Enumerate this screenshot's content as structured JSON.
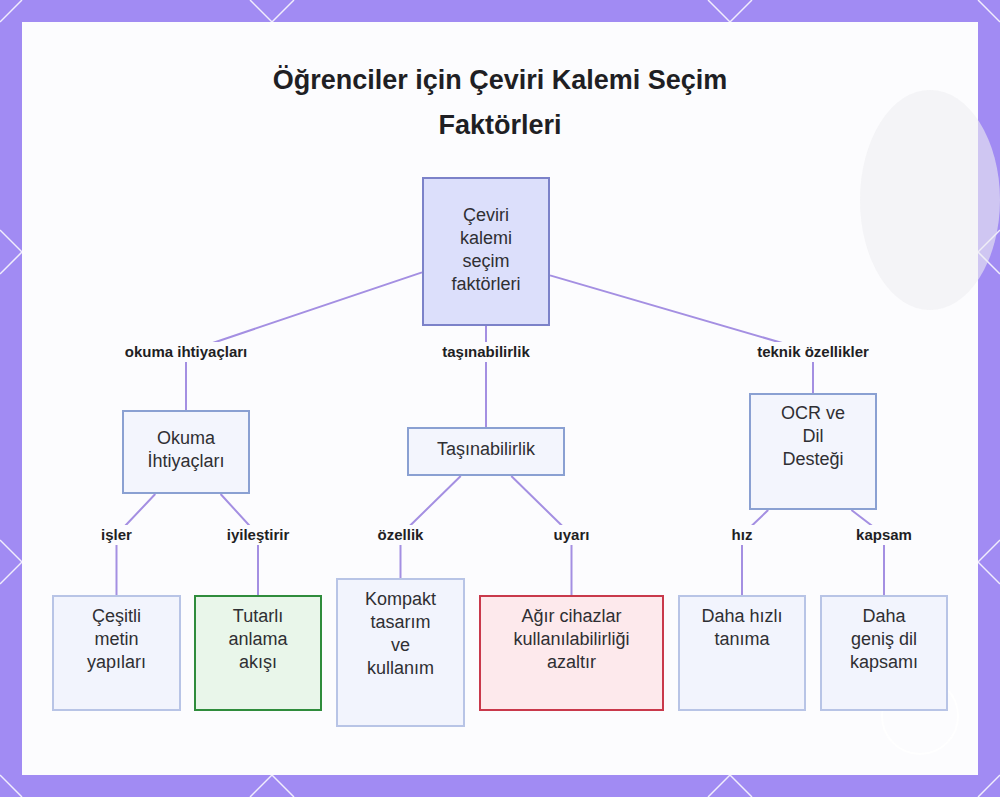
{
  "diagram": {
    "title": "Öğrenciler için Çeviri Kalemi Seçim Faktörleri",
    "nodes": [
      {
        "text": [
          "Çeviri kalemi seçim faktörleri"
        ]
      },
      {
        "text": [
          "Okuma İhtiyaçları"
        ]
      },
      {
        "text": [
          "Taşınabilirlik"
        ]
      },
      {
        "text": [
          "OCR ve Dil Desteği"
        ]
      },
      {
        "text": [
          "Çeşitli metin yapıları"
        ]
      },
      {
        "text": [
          "Tutarlı anlama akışı"
        ]
      },
      {
        "text": [
          "Kompakt tasarım ve kullanım"
        ]
      },
      {
        "text": [
          "Ağır cihazlar kullanılabilirliği azaltır"
        ]
      },
      {
        "text": [
          "Daha hızlı tanıma"
        ]
      },
      {
        "text": [
          "Daha geniş dil kapsamı"
        ]
      }
    ],
    "edges": [
      {
        "from": 0,
        "to": 1,
        "label": "okuma ihtiyaçları",
        "arrow": "none"
      },
      {
        "from": 0,
        "to": 2,
        "label": "taşınabilirlik",
        "arrow": "none"
      },
      {
        "from": 0,
        "to": 3,
        "label": "teknik özellikler",
        "arrow": "none"
      },
      {
        "from": 1,
        "to": 4,
        "label": "işler",
        "arrow": "none"
      },
      {
        "from": 1,
        "to": 5,
        "label": "iyileştirir",
        "arrow": "none"
      },
      {
        "from": 2,
        "to": 6,
        "label": "özellik",
        "arrow": "none"
      },
      {
        "from": 2,
        "to": 7,
        "label": "uyarı",
        "arrow": "none"
      },
      {
        "from": 3,
        "to": 8,
        "label": "hız",
        "arrow": "none"
      },
      {
        "from": 3,
        "to": 9,
        "label": "kapsam",
        "arrow": "none"
      }
    ]
  }
}
